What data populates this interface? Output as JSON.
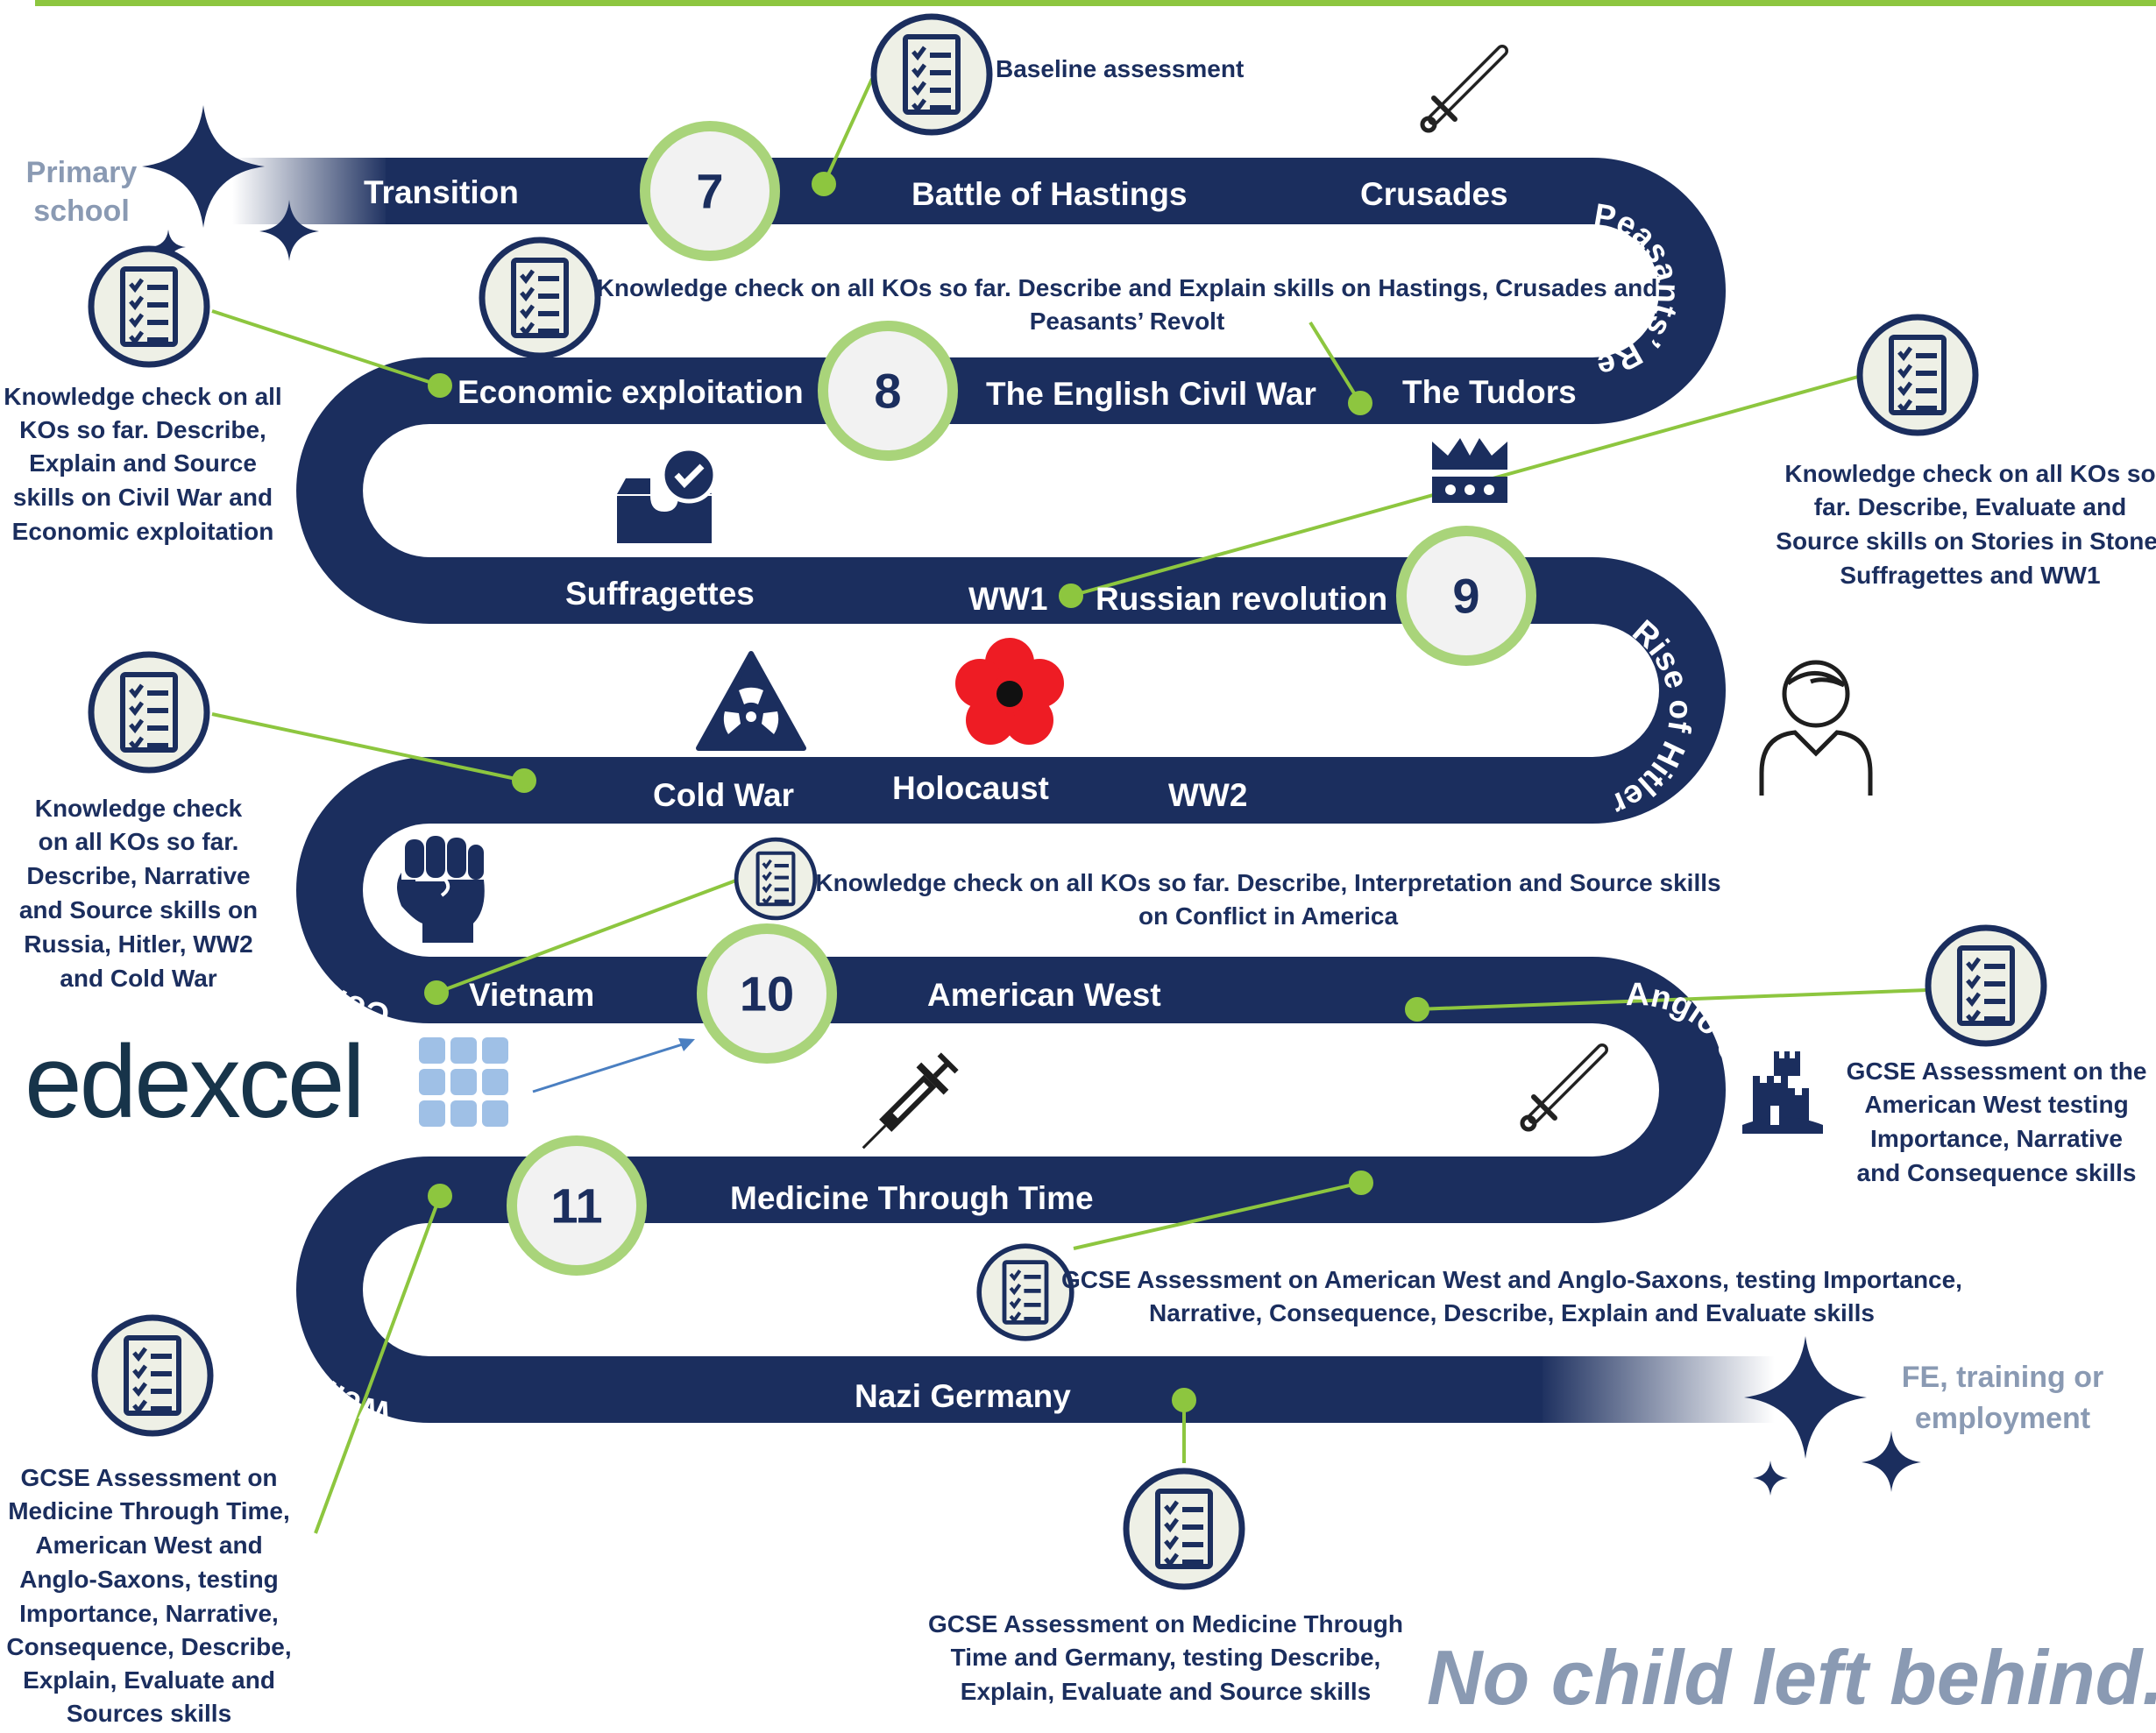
{
  "start_label": [
    "Primary",
    "school"
  ],
  "end_label": [
    "FE, training or",
    "employment"
  ],
  "motto": "No child left behind.",
  "brand": "edexcel",
  "colors": {
    "road": "#1b2e5e",
    "connector": "#8dc63f",
    "muted": "#8a9ab3",
    "circle_fill": "#f2f2f2",
    "poppy": "#ee1c24"
  },
  "years": [
    "7",
    "8",
    "9",
    "10",
    "11"
  ],
  "topics": {
    "transition": "Transition",
    "hastings": "Battle of Hastings",
    "crusades": "Crusades",
    "peasants": "Peasants’ Revolt",
    "tudors": "The Tudors",
    "civil_war": "The English Civil War",
    "economic": "Economic exploitation",
    "stories": "Stories in stone",
    "suffragettes": "Suffragettes",
    "ww1": "WW1",
    "russian": "Russian revolution",
    "hitler": "Rise of Hitler",
    "ww2": "WW2",
    "holocaust": "Holocaust",
    "cold_war": "Cold War",
    "america": "Conflict in America",
    "vietnam": "Vietnam",
    "american_west": "American West",
    "anglo": "Anglo-Saxons",
    "medicine": "Medicine Through  Time",
    "weimar": "Weimar Germany",
    "nazi": "Nazi Germany"
  },
  "notes": {
    "baseline": [
      "Baseline assessment"
    ],
    "y7": [
      "Knowledge check on all KOs so far. Describe and Explain skills on Hastings, Crusades and",
      "Peasants’ Revolt"
    ],
    "y8": [
      "Knowledge check on all",
      "KOs so far. Describe,",
      "Explain and Source",
      "skills on Civil War and",
      "Economic exploitation"
    ],
    "y9a": [
      "Knowledge check on all KOs so",
      "far. Describe, Evaluate and",
      "Source skills on Stories in Stone,",
      "Suffragettes and WW1"
    ],
    "y9b": [
      "Knowledge check",
      "on all KOs so far.",
      "Describe, Narrative",
      "and Source skills on",
      "Russia, Hitler, WW2",
      "and Cold War"
    ],
    "america": [
      "Knowledge check on all KOs so far. Describe, Interpretation and Source skills",
      "on Conflict in America"
    ],
    "west": [
      "GCSE Assessment on the",
      "American West testing",
      "Importance, Narrative",
      "and Consequence skills"
    ],
    "west_anglo": [
      "GCSE Assessment on American West and Anglo-Saxons, testing Importance,",
      "Narrative, Consequence, Describe, Explain and Evaluate skills"
    ],
    "y11": [
      "GCSE Assessment on",
      "Medicine Through Time,",
      "American West and",
      "Anglo-Saxons, testing",
      "Importance, Narrative,",
      "Consequence, Describe,",
      "Explain, Evaluate and",
      "Sources skills"
    ],
    "final": [
      "GCSE Assessment on Medicine Through",
      "Time and Germany, testing  Describe,",
      "Explain, Evaluate and Source skills"
    ]
  }
}
